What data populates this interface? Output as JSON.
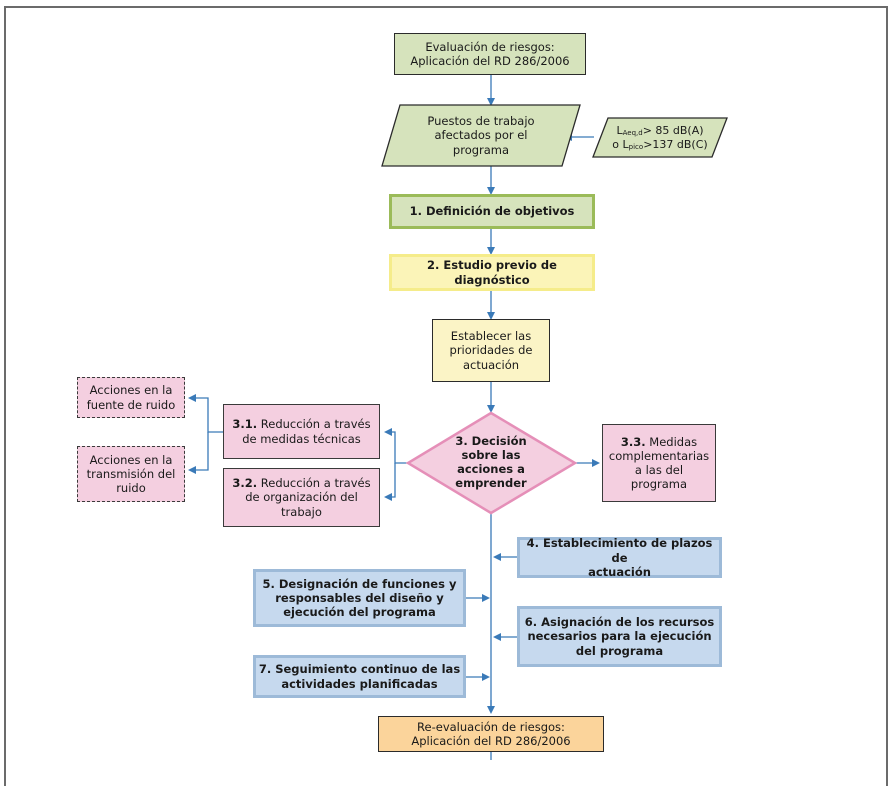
{
  "diagram": {
    "colors": {
      "arrow": "#3a7ab8",
      "green_fill": "#d6e3bc",
      "green_border": "#9bbb59",
      "yellow_fill": "#fbf4b8",
      "pink_fill": "#f4cfe0",
      "blue_fill": "#c6d9ee",
      "blue_border": "#9dbad8",
      "orange_fill": "#fbd49b"
    },
    "nodes": {
      "start": {
        "line1": "Evaluación de riesgos:",
        "line2": "Aplicación del RD 286/2006"
      },
      "workstations": {
        "line1": "Puestos de trabajo",
        "line2": "afectados por el",
        "line3": "programa"
      },
      "threshold": {
        "l_prefix": "L",
        "l_sub1": "Aeq,d",
        "value1": "> 85 dB(A)",
        "o_prefix": "o L",
        "l_sub2": "pico",
        "value2": ">137 dB(C)"
      },
      "step1": "1. Definición de objetivos",
      "step2": "2. Estudio previo de diagnóstico",
      "priorities": {
        "line1": "Establecer las",
        "line2": "prioridades de",
        "line3": "actuación"
      },
      "decision": {
        "line1": "3. Decisión",
        "line2": "sobre las",
        "line3": "acciones a",
        "line4": "emprender"
      },
      "step3_1": {
        "num": "3.1.",
        "line1": " Reducción a través",
        "line2": "de medidas técnicas"
      },
      "step3_2": {
        "num": "3.2.",
        "line1": " Reducción a través",
        "line2": "de organización del",
        "line3": "trabajo"
      },
      "step3_3": {
        "num": "3.3.",
        "line1": " Medidas",
        "line2": "complementarias",
        "line3": "a las del",
        "line4": "programa"
      },
      "source_actions": {
        "line1": "Acciones en la",
        "line2": "fuente de ruido"
      },
      "transmission_actions": {
        "line1": "Acciones en la",
        "line2": "transmisión del",
        "line3": "ruido"
      },
      "step4": {
        "line1": "4. Establecimiento de plazos de",
        "line2": "actuación"
      },
      "step5": {
        "line1": "5. Designación de funciones y",
        "line2": "responsables del diseño y",
        "line3": "ejecución del programa"
      },
      "step6": {
        "line1": "6. Asignación de los recursos",
        "line2": "necesarios para la ejecución",
        "line3": "del programa"
      },
      "step7": {
        "line1": "7. Seguimiento continuo de las",
        "line2": "actividades planificadas"
      },
      "end": {
        "line1": "Re-evaluación de riesgos:",
        "line2": "Aplicación del RD 286/2006"
      }
    }
  }
}
